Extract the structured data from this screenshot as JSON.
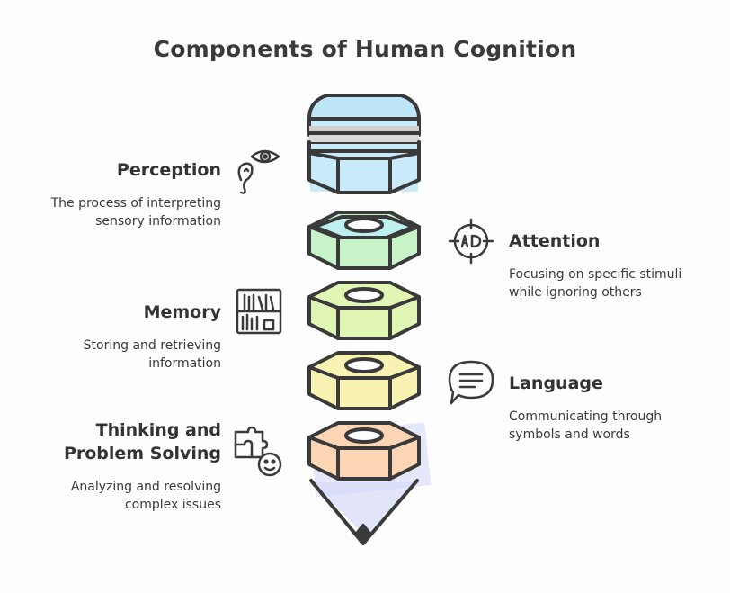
{
  "title": "Components of Human Cognition",
  "colors": {
    "ink": "#3a3a3a",
    "blue": "#bfe6f8",
    "cyan": "#bdf0ee",
    "green": "#c8f3c8",
    "lime": "#e1f5b5",
    "yellow": "#f9f3b3",
    "peach": "#fcd6b4",
    "lavender": "#d6daf8"
  },
  "components": [
    {
      "side": "left",
      "heading": "Perception",
      "desc_line1": "The process of interpreting",
      "desc_line2": "sensory information",
      "icon": "eye-and-ear-icon"
    },
    {
      "side": "right",
      "heading": "Attention",
      "desc_line1": "Focusing on specific stimuli",
      "desc_line2": "while ignoring others",
      "icon": "target-crosshair-icon"
    },
    {
      "side": "left",
      "heading": "Memory",
      "desc_line1": "Storing and retrieving",
      "desc_line2": "information",
      "icon": "bookshelf-icon"
    },
    {
      "side": "right",
      "heading": "Language",
      "desc_line1": "Communicating through",
      "desc_line2": "symbols and words",
      "icon": "speech-bubble-icon"
    },
    {
      "side": "left",
      "heading_line1": "Thinking and",
      "heading_line2": "Problem Solving",
      "desc_line1": "Analyzing and resolving",
      "desc_line2": "complex issues",
      "icon": "puzzle-and-face-icon"
    }
  ]
}
